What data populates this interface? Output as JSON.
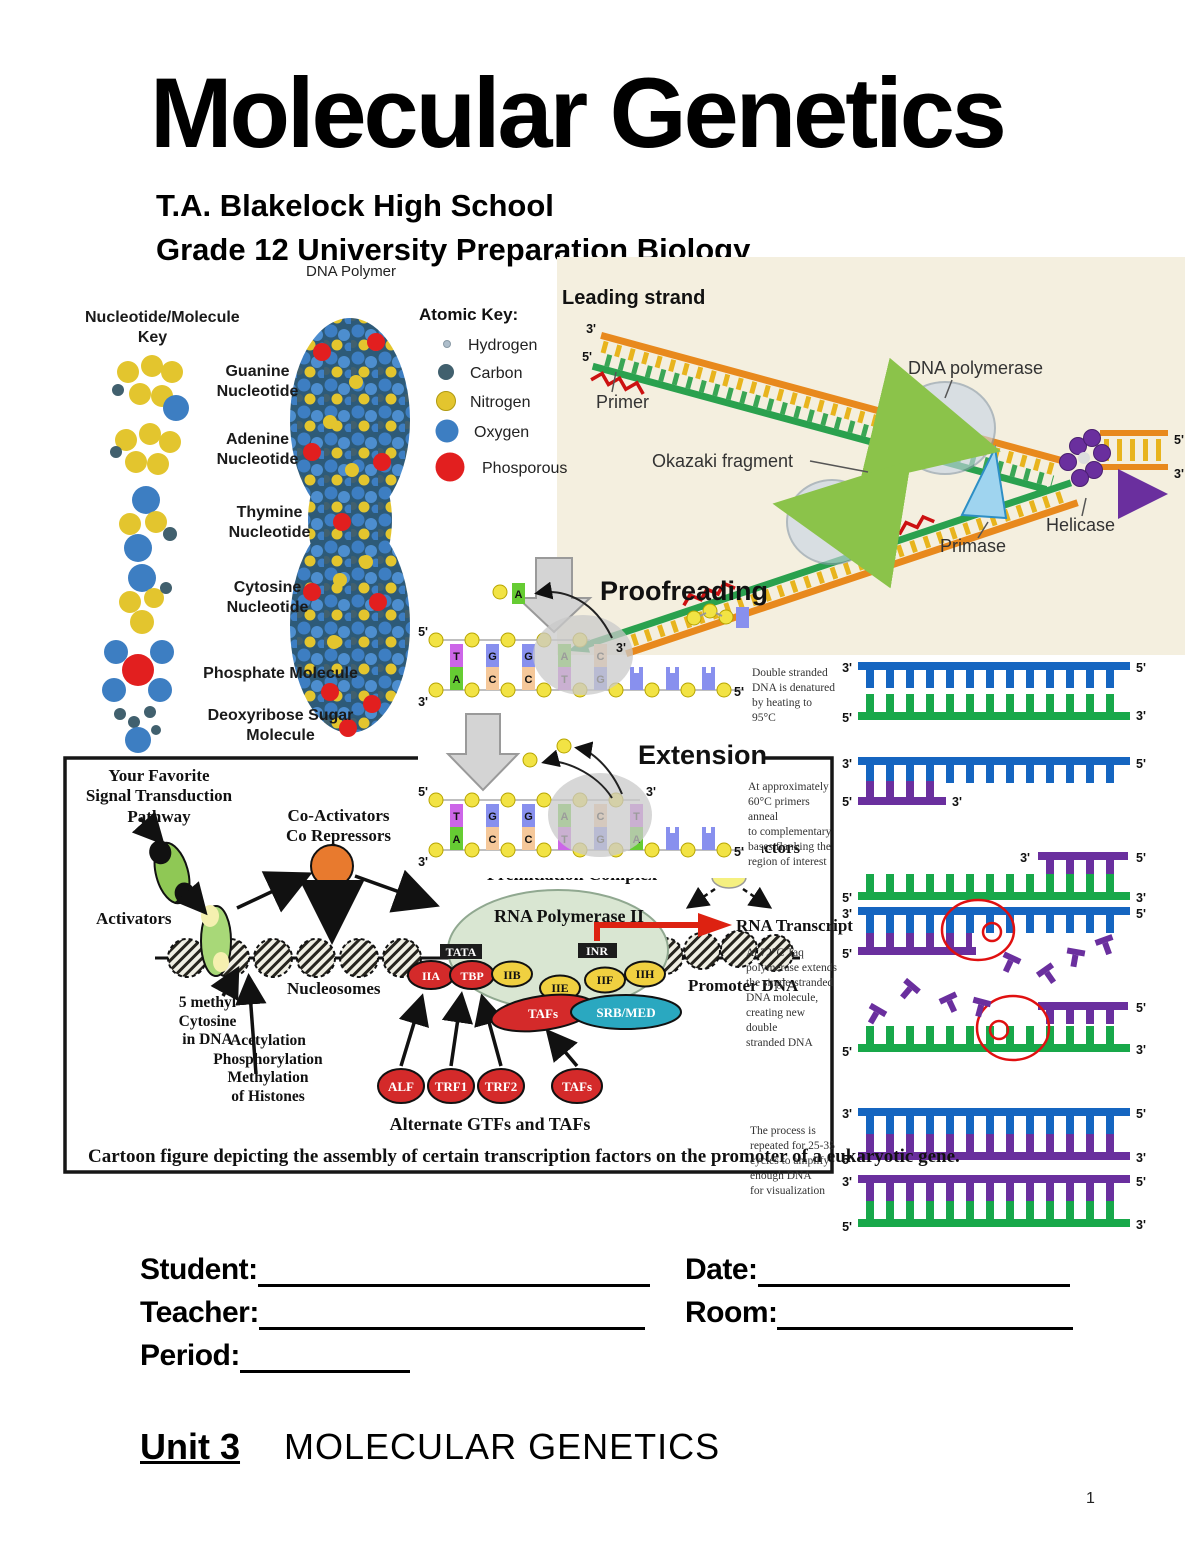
{
  "page": {
    "title": "Molecular Genetics",
    "subtitle_line1": "T.A. Blakelock High School",
    "subtitle_line2": "Grade 12 University Preparation Biology",
    "page_number": "1"
  },
  "ends": {
    "p3": "3'",
    "p5": "5'"
  },
  "colors": {
    "beige_panel": "#f4efdf",
    "strand_blue": "#1565c0",
    "strand_green": "#18a84a",
    "strand_purple": "#6a2f9e",
    "strand_orange": "#e8891d",
    "accent_red": "#d42a2a"
  },
  "polymer_figure": {
    "title": "DNA Polymer",
    "molecule_key": {
      "title": "Nucleotide/Molecule\nKey",
      "items": [
        {
          "label": "Guanine\nNucleotide"
        },
        {
          "label": "Adenine\nNucleotide"
        },
        {
          "label": "Thymine\nNucleotide"
        },
        {
          "label": "Cytosine\nNucleotide"
        },
        {
          "label": "Phosphate Molecule"
        },
        {
          "label": "Deoxyribose Sugar\nMolecule"
        }
      ]
    },
    "atomic_key": {
      "title": "Atomic Key:",
      "items": [
        {
          "label": "Hydrogen",
          "color": "#aebecb"
        },
        {
          "label": "Carbon",
          "color": "#41606e"
        },
        {
          "label": "Nitrogen",
          "color": "#e3c52e"
        },
        {
          "label": "Oxygen",
          "color": "#3d7ec2"
        },
        {
          "label": "Phosporous",
          "color": "#e21f1f"
        }
      ]
    }
  },
  "replication_figure": {
    "title": "Leading strand",
    "labels": {
      "primer": "Primer",
      "dna_polymerase": "DNA polymerase",
      "okazaki": "Okazaki fragment",
      "primase": "Primase",
      "helicase": "Helicase"
    }
  },
  "proofreading": {
    "title": "Proofreading",
    "escaped_base": "A",
    "bases_top": [
      "T",
      "G",
      "G",
      "A",
      "C"
    ],
    "bases_bottom": [
      "A",
      "C",
      "C",
      "T",
      "G"
    ]
  },
  "extension": {
    "title": "Extension",
    "bases_top": [
      "T",
      "G",
      "G",
      "A",
      "C",
      "T"
    ],
    "bases_bottom": [
      "A",
      "C",
      "C",
      "T",
      "G",
      "A"
    ]
  },
  "transcription_figure": {
    "signal_pathway": "Your Favorite\nSignal Transduction\nPathway",
    "activators": "Activators",
    "coactivators": "Co-Activators\nCo Repressors",
    "nucleosomes": "Nucleosomes",
    "methyl_cytosine": "5 methyl\nCytosine\nin DNA",
    "histone_mods": "Acetylation\nPhosphorylation\nMethylation\nof Histones",
    "preinitiation": "Preinitiation Complex",
    "rna_polymerase": "RNA Polymerase II",
    "tata": "TATA",
    "inr": "INR",
    "factor_iia": "IIA",
    "factor_tbp": "TBP",
    "factor_iib": "IIB",
    "factor_iie": "IIE",
    "factor_iif": "IIF",
    "factor_iih": "IIH",
    "tafs": "TAFs",
    "srb_med": "SRB/MED",
    "rna_transcript": "RNA Transcript",
    "promoter_dna": "Promoter DNA",
    "processing_factors": "Processing Factors",
    "alt_alf": "ALF",
    "alt_trf1": "TRF1",
    "alt_trf2": "TRF2",
    "alt_tafs": "TAFs",
    "alternate_caption": "Alternate GTFs and TAFs",
    "caption": "Cartoon figure depicting the assembly of certain transcription factors on the promoter of a eukaryotic gene."
  },
  "pcr_figure": {
    "steps": [
      {
        "text": "Double stranded\nDNA is denatured\nby heating to 95°C"
      },
      {
        "text": "At approximately\n60°C primers anneal\nto complementary\nbases flanking the\nregion of interest"
      },
      {
        "text": "At 72°C Taq\npolymerase extends\nthe single-stranded\nDNA molecule,\ncreating new double\nstranded DNA"
      },
      {
        "text": "The process is\nrepeated for 25-35\ncycles to amplify\nenough DNA\nfor visualization"
      }
    ]
  },
  "form": {
    "student_label": "Student:",
    "date_label": "Date:",
    "teacher_label": "Teacher:",
    "room_label": "Room:",
    "period_label": "Period:"
  },
  "unit_heading": {
    "unit": "Unit 3",
    "title": "MOLECULAR GENETICS"
  }
}
